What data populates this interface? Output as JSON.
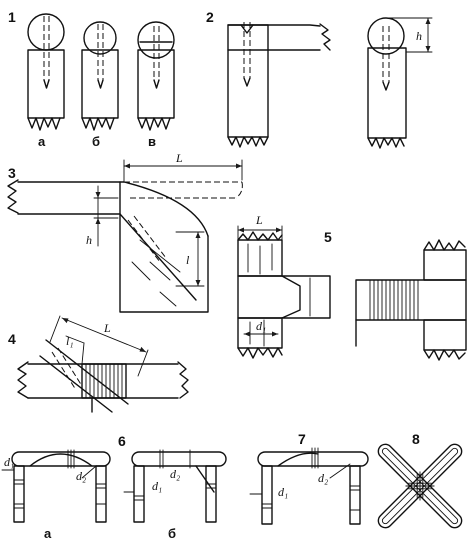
{
  "figures": {
    "f1": {
      "number": "1",
      "variants": [
        "а",
        "б",
        "в"
      ]
    },
    "f2": {
      "number": "2",
      "dim_h": "h"
    },
    "f3": {
      "number": "3",
      "dim_L": "L",
      "dim_h": "h",
      "dim_l": "l"
    },
    "f4": {
      "number": "4",
      "dim_L": "L",
      "dim_l1": "l₁"
    },
    "f5": {
      "number": "5",
      "dim_L": "L",
      "dim_d1": "d₁"
    },
    "f6": {
      "number": "6",
      "variants": [
        "а",
        "б"
      ],
      "dim_d1": "d₁",
      "dim_d2": "d₂"
    },
    "f7": {
      "number": "7",
      "dim_d1": "d₁",
      "dim_d2": "d₂"
    },
    "f8": {
      "number": "8"
    }
  }
}
